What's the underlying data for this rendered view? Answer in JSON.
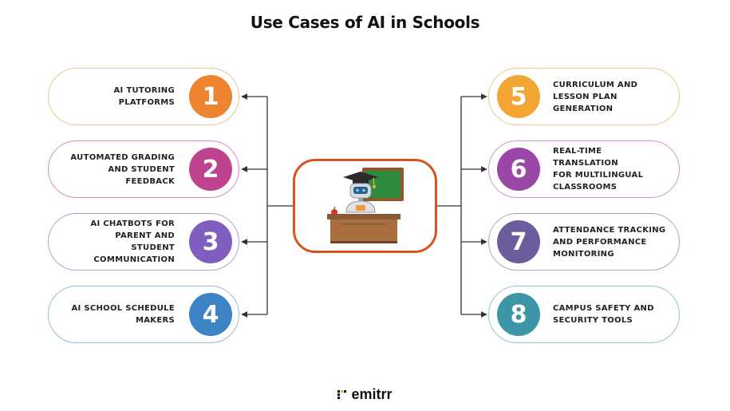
{
  "title": "Use Cases of AI in Schools",
  "items": [
    {
      "number": "1",
      "label": "AI TUTORING PLATFORMS",
      "color": "#EE8430"
    },
    {
      "number": "2",
      "label": "AUTOMATED GRADING\nAND STUDENT FEEDBACK",
      "color": "#C0438F"
    },
    {
      "number": "3",
      "label": "AI CHATBOTS FOR\nPARENT AND STUDENT\nCOMMUNICATION",
      "color": "#7E5FBF"
    },
    {
      "number": "4",
      "label": "AI SCHOOL SCHEDULE\nMAKERS",
      "color": "#3D84C6"
    },
    {
      "number": "5",
      "label": "CURRICULUM AND\nLESSON PLAN\nGENERATION",
      "color": "#F3A634"
    },
    {
      "number": "6",
      "label": "REAL-TIME TRANSLATION\nFOR MULTILINGUAL\nCLASSROOMS",
      "color": "#9B47A7"
    },
    {
      "number": "7",
      "label": "ATTENDANCE TRACKING\nAND PERFORMANCE\nMONITORING",
      "color": "#6C5D9E"
    },
    {
      "number": "8",
      "label": "CAMPUS SAFETY AND\nSECURITY TOOLS",
      "color": "#3D96A8"
    }
  ],
  "center_illustration": {
    "icon": "robot-teacher-icon",
    "frame_color": "#D9531E"
  },
  "logo": {
    "text": "emitrr",
    "icon": "emitrr-logo-icon"
  }
}
